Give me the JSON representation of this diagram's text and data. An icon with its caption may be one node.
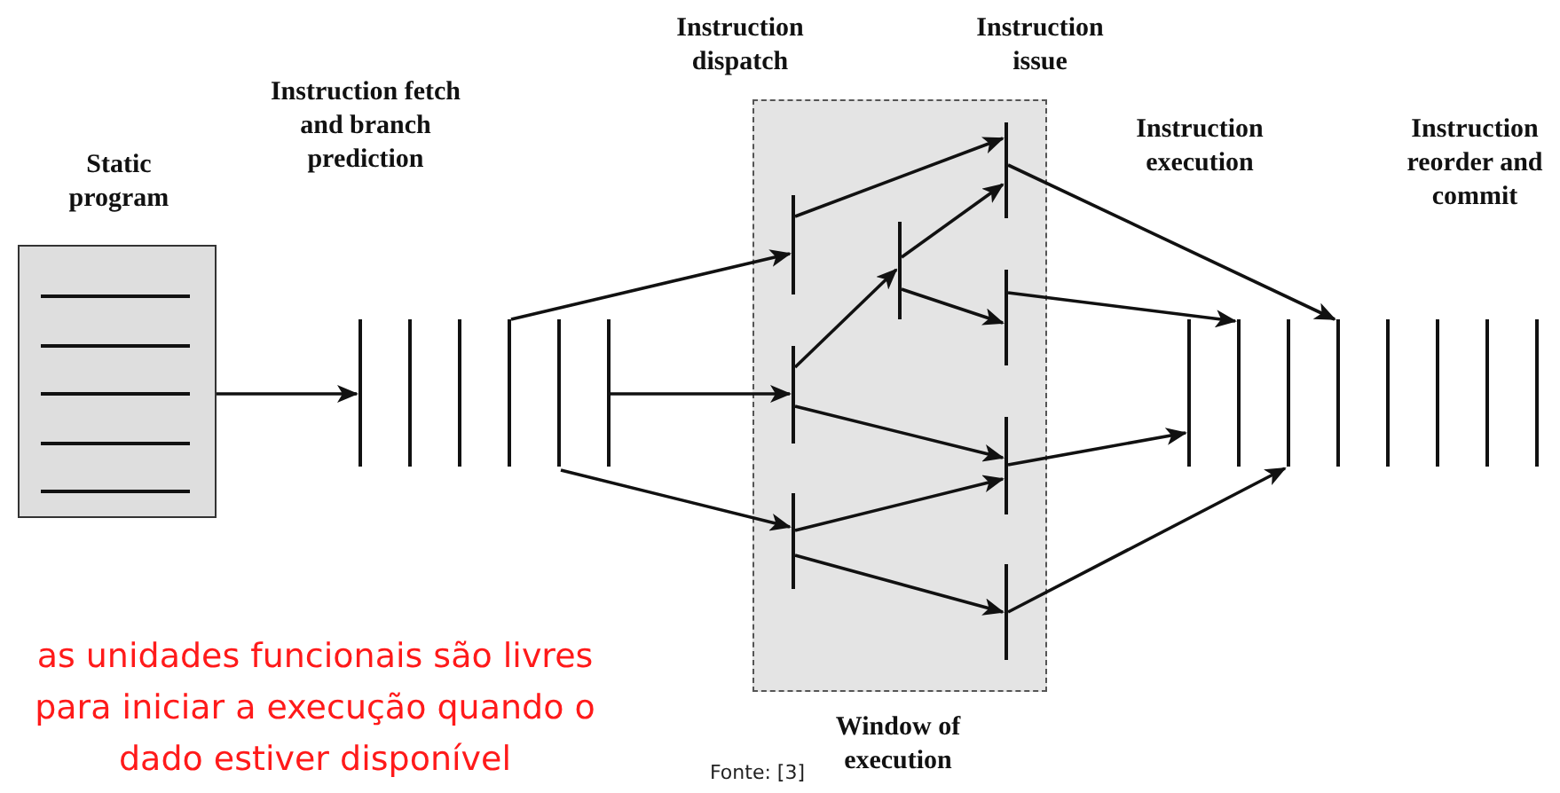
{
  "diagram": {
    "nodes": [
      {
        "text": [
          "Static program"
        ]
      },
      {
        "text": [],
        "shape": "bar"
      },
      {
        "text": [],
        "shape": "bar"
      },
      {
        "text": [],
        "shape": "bar"
      },
      {
        "text": [],
        "shape": "bar"
      },
      {
        "text": [],
        "shape": "bar"
      },
      {
        "text": [],
        "shape": "bar"
      },
      {
        "text": [
          "Window of execution"
        ]
      },
      {
        "text": [],
        "shape": "bar",
        "in": 7
      },
      {
        "text": [],
        "shape": "bar",
        "in": 7
      },
      {
        "text": [],
        "shape": "bar",
        "in": 7
      },
      {
        "text": [],
        "shape": "bar",
        "in": 7
      },
      {
        "text": [],
        "shape": "bar",
        "in": 7
      },
      {
        "text": [],
        "shape": "bar",
        "in": 7
      },
      {
        "text": [],
        "shape": "bar",
        "in": 7
      },
      {
        "text": [],
        "shape": "bar",
        "in": 7
      },
      {
        "text": [],
        "shape": "bar"
      },
      {
        "text": [],
        "shape": "bar"
      },
      {
        "text": [],
        "shape": "bar"
      },
      {
        "text": [],
        "shape": "bar"
      },
      {
        "text": [],
        "shape": "bar"
      },
      {
        "text": [],
        "shape": "bar"
      },
      {
        "text": [],
        "shape": "bar"
      },
      {
        "text": [],
        "shape": "bar"
      }
    ],
    "edges": [
      {
        "from": 0,
        "to": 1,
        "arrow": "to"
      },
      {
        "from": 4,
        "to": 8,
        "arrow": "to"
      },
      {
        "from": 6,
        "to": 9,
        "arrow": "to"
      },
      {
        "from": 5,
        "to": 10,
        "arrow": "to"
      },
      {
        "from": 8,
        "to": 12,
        "arrow": "to"
      },
      {
        "from": 9,
        "to": 11,
        "arrow": "to"
      },
      {
        "from": 11,
        "to": 12,
        "arrow": "to"
      },
      {
        "from": 11,
        "to": 13,
        "arrow": "to"
      },
      {
        "from": 9,
        "to": 14,
        "arrow": "to"
      },
      {
        "from": 10,
        "to": 14,
        "arrow": "to"
      },
      {
        "from": 10,
        "to": 15,
        "arrow": "to"
      },
      {
        "from": 12,
        "to": 19,
        "arrow": "to"
      },
      {
        "from": 13,
        "to": 17,
        "arrow": "to"
      },
      {
        "from": 14,
        "to": 16,
        "arrow": "to"
      },
      {
        "from": 15,
        "to": 18,
        "arrow": "to"
      }
    ],
    "labels": [
      "Instruction dispatch",
      "Instruction issue",
      "Instruction fetch and branch prediction",
      "Instruction execution",
      "Instruction reorder and commit",
      "as unidades funcionais são livres para iniciar a execução quando o dado estiver disponível",
      "Fonte: [3]"
    ]
  }
}
